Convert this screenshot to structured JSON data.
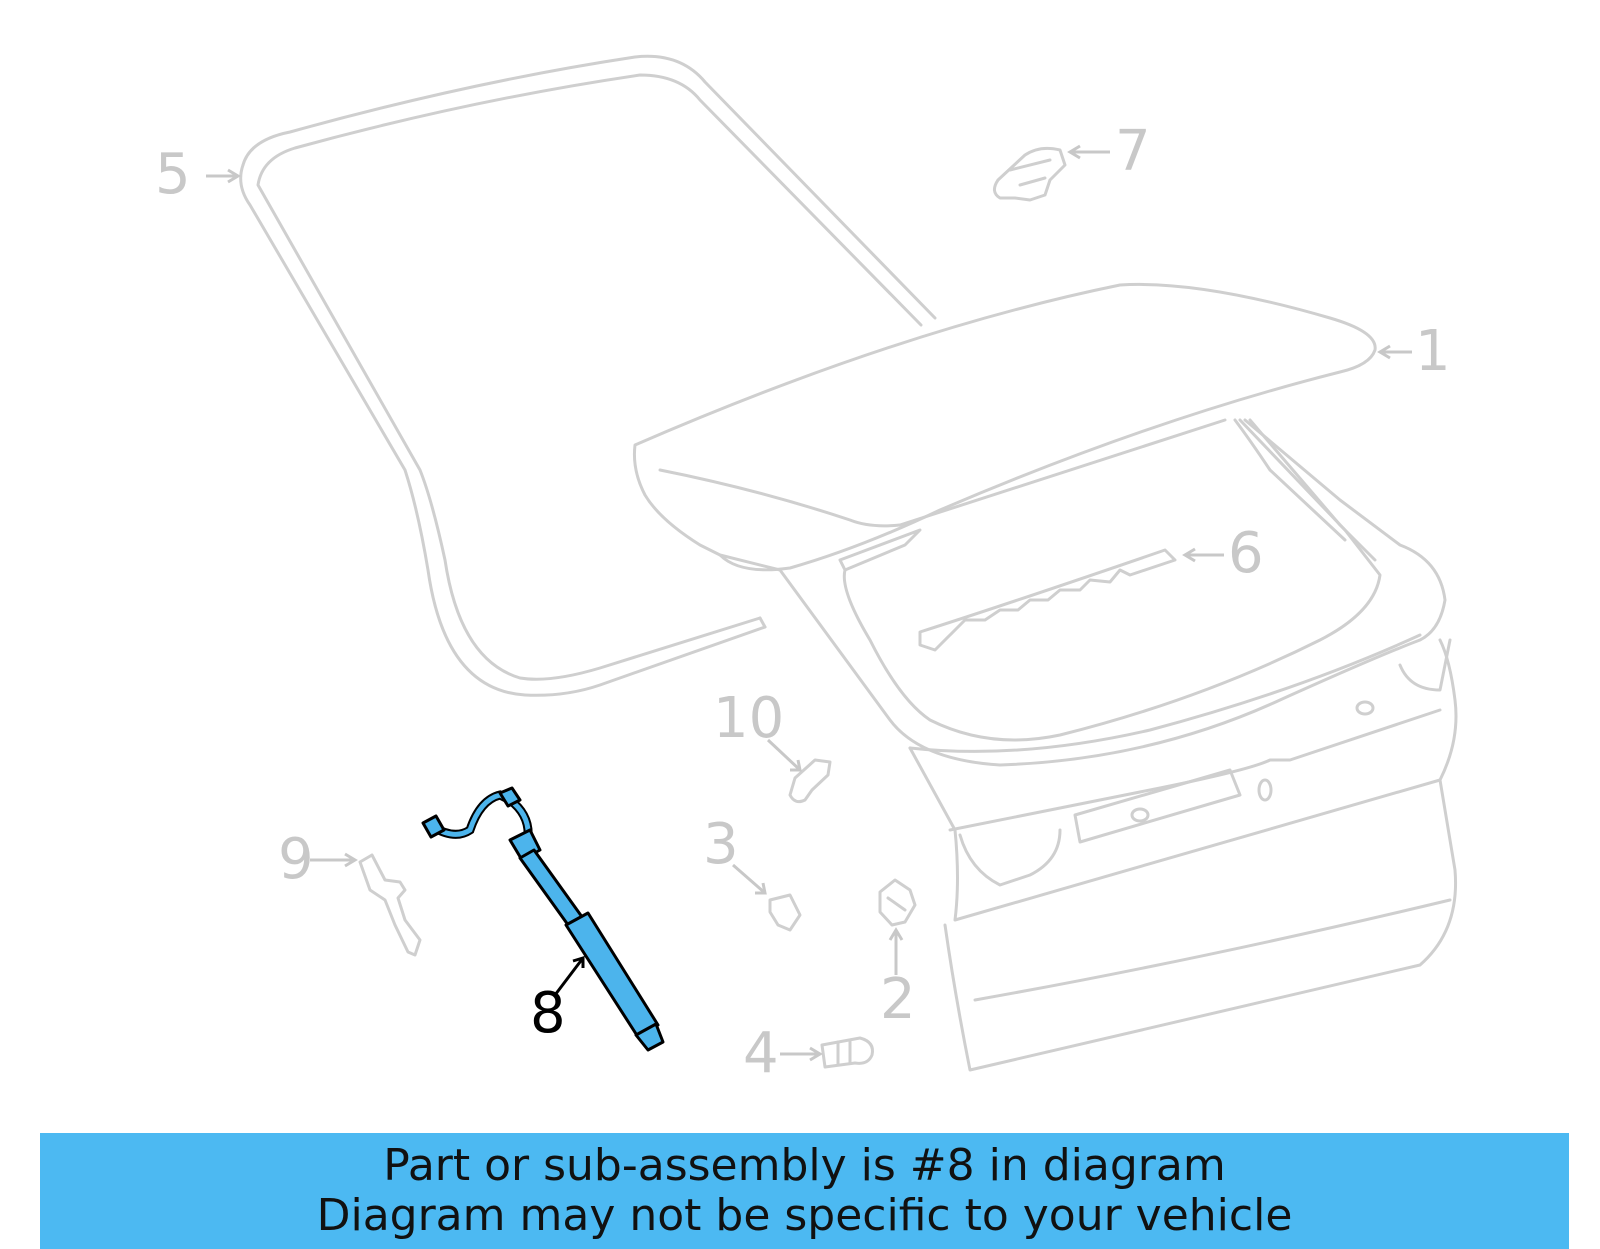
{
  "diagram": {
    "callouts": [
      {
        "id": "1",
        "label": "1",
        "highlighted": false
      },
      {
        "id": "2",
        "label": "2",
        "highlighted": false
      },
      {
        "id": "3",
        "label": "3",
        "highlighted": false
      },
      {
        "id": "4",
        "label": "4",
        "highlighted": false
      },
      {
        "id": "5",
        "label": "5",
        "highlighted": false
      },
      {
        "id": "6",
        "label": "6",
        "highlighted": false
      },
      {
        "id": "7",
        "label": "7",
        "highlighted": false
      },
      {
        "id": "8",
        "label": "8",
        "highlighted": true
      },
      {
        "id": "9",
        "label": "9",
        "highlighted": false
      },
      {
        "id": "10",
        "label": "10",
        "highlighted": false
      }
    ],
    "colors": {
      "highlight_part": "#4cb4ec",
      "ghost_lines": "#cfcfcf",
      "banner_background": "#4cb9f2"
    }
  },
  "banner": {
    "line1": "Part or sub-assembly is #8 in diagram",
    "line2": "Diagram may not be specific to your vehicle"
  }
}
